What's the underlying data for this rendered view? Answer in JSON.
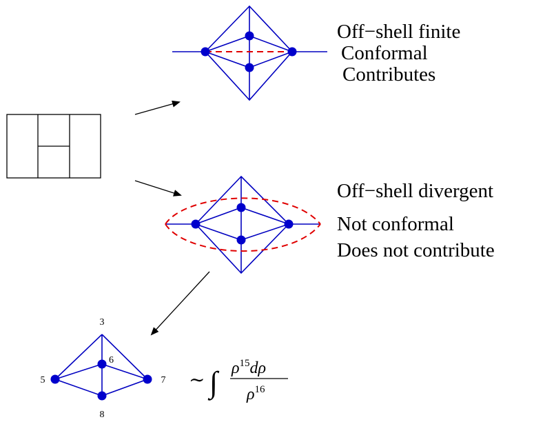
{
  "top_case": {
    "lines": [
      "Off−shell finite",
      "Conformal",
      "Contributes"
    ]
  },
  "middle_case": {
    "lines": [
      "Off−shell divergent",
      "Not conformal",
      "Does not contribute"
    ]
  },
  "small_graph": {
    "vertex_labels": [
      "3",
      "6",
      "5",
      "7",
      "8"
    ]
  },
  "formula": {
    "tilde": "∼",
    "integral": "∫",
    "num_base": "ρ",
    "num_exp": "15",
    "num_rest": "dρ",
    "den_base": "ρ",
    "den_exp": "16"
  },
  "colors": {
    "edge": "#0000c0",
    "vertex": "#0000cc",
    "dashed": "#e00000",
    "box": "#000000"
  }
}
